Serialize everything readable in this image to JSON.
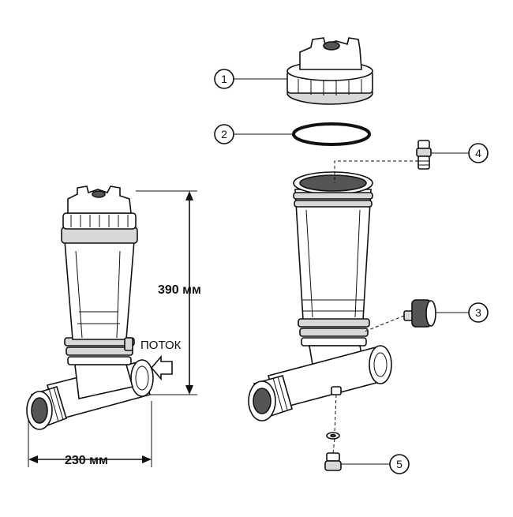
{
  "dimensions": {
    "height_label": "390 мм",
    "width_label": "230 мм",
    "flow_label": "ПОТОК"
  },
  "callouts": [
    "1",
    "2",
    "3",
    "4",
    "5"
  ]
}
